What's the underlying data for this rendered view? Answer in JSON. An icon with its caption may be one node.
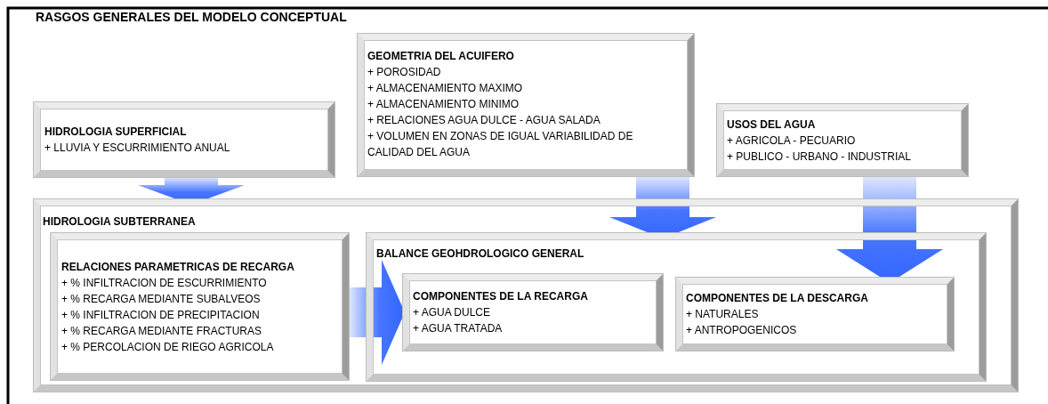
{
  "diagram": {
    "title": "RASGOS GENERALES DEL MODELO CONCEPTUAL",
    "nodes": [
      {
        "text": [
          "HIDROLOGIA SUPERFICIAL",
          "+ LLUVIA Y ESCURRIMIENTO ANUAL"
        ]
      },
      {
        "text": [
          "GEOMETRIA DEL ACUIFERO",
          "+ POROSIDAD",
          "+ ALMACENAMIENTO MAXIMO",
          "+ ALMACENAMIENTO MINIMO",
          "+ RELACIONES AGUA DULCE - AGUA SALADA",
          "+ VOLUMEN EN ZONAS DE IGUAL VARIABILIDAD DE CALIDAD DEL AGUA"
        ]
      },
      {
        "text": [
          "USOS DEL AGUA",
          "+ AGRICOLA - PECUARIO",
          "+ PUBLICO - URBANO - INDUSTRIAL"
        ]
      },
      {
        "text": [
          "HIDROLOGIA SUBTERRANEA"
        ]
      },
      {
        "text": [
          "RELACIONES PARAMETRICAS DE RECARGA",
          "+ % INFILTRACION DE ESCURRIMIENTO",
          "+ % RECARGA MEDIANTE SUBALVEOS",
          "+ % INFILTRACION DE PRECIPITACION",
          "+ % RECARGA MEDIANTE FRACTURAS",
          "+ % PERCOLACION DE RIEGO AGRICOLA"
        ],
        "in": 3
      },
      {
        "text": [
          "BALANCE GEOHDROLOGICO GENERAL"
        ],
        "in": 3
      },
      {
        "text": [
          "COMPONENTES DE LA RECARGA",
          "+ AGUA DULCE",
          "+ AGUA TRATADA"
        ],
        "in": 5
      },
      {
        "text": [
          "COMPONENTES DE LA DESCARGA",
          "+ NATURALES",
          "+ ANTROPOGENICOS"
        ],
        "in": 5
      }
    ],
    "edges": [
      {
        "from": 0,
        "to": 3,
        "arrow": "to"
      },
      {
        "from": 1,
        "to": 5,
        "arrow": "to"
      },
      {
        "from": 2,
        "to": 7,
        "arrow": "to"
      },
      {
        "from": 4,
        "to": 6,
        "arrow": "to"
      }
    ]
  }
}
